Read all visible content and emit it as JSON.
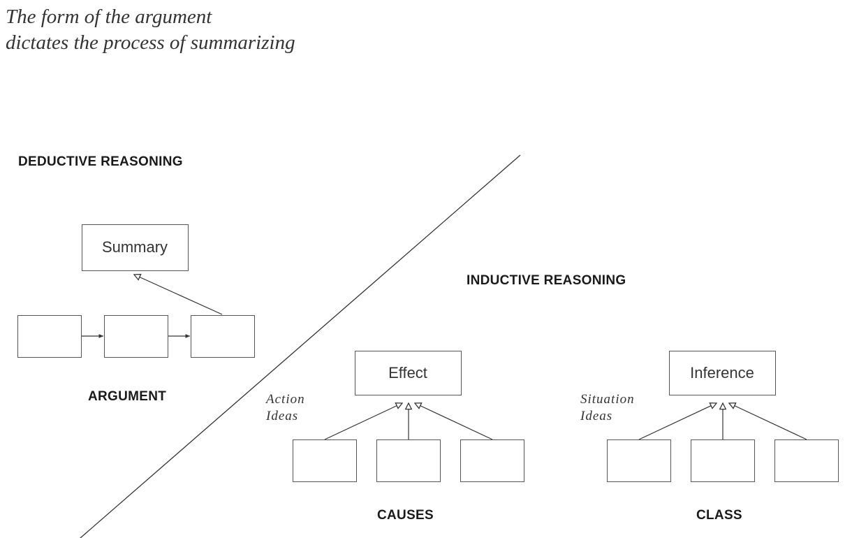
{
  "title": {
    "line1": "The form of the argument",
    "line2": "dictates the process of summarizing"
  },
  "deductive": {
    "heading": "DEDUCTIVE REASONING",
    "summary_label": "Summary",
    "caption": "ARGUMENT"
  },
  "inductive": {
    "heading": "INDUCTIVE REASONING",
    "causes": {
      "top_label": "Effect",
      "side_note": [
        "Action",
        "Ideas"
      ],
      "caption": "CAUSES"
    },
    "class": {
      "top_label": "Inference",
      "side_note": [
        "Situation",
        "Ideas"
      ],
      "caption": "CLASS"
    }
  },
  "colors": {
    "line": "#333333",
    "box_border": "#555555",
    "text": "#1a1a1a"
  }
}
